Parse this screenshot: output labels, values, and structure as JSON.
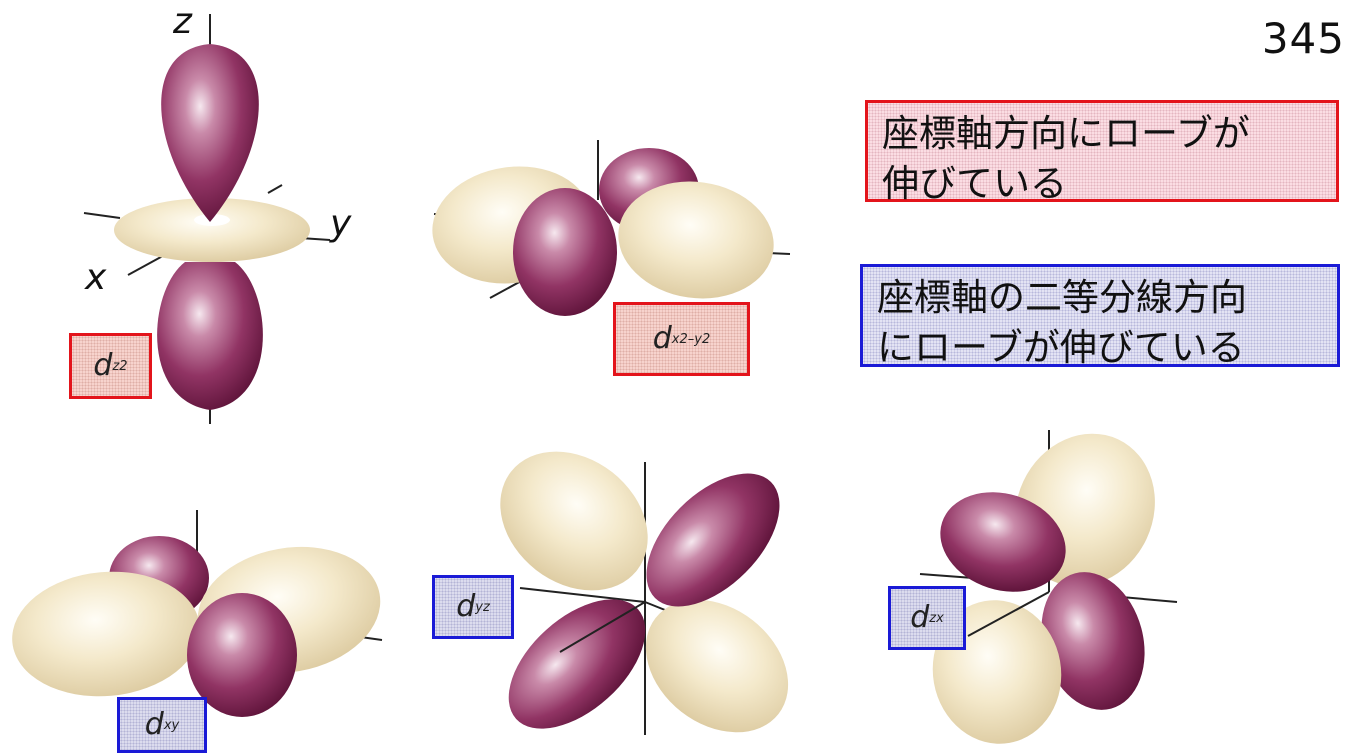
{
  "page_number": "345",
  "notes": {
    "axial": {
      "line1": "座標軸方向にローブが",
      "line2": "伸びている"
    },
    "bisector": {
      "line1": "座標軸の二等分線方向",
      "line2": "にローブが伸びている"
    }
  },
  "axis_letters": {
    "z": "z",
    "x": "x",
    "y": "y"
  },
  "orbitals": {
    "dz2": {
      "main": "d",
      "sub": "z",
      "sup": "2"
    },
    "dx2y2": {
      "main": "d",
      "sub1": "x",
      "sup1": "2",
      "dash": "–",
      "sub2": "y",
      "sup2": "2"
    },
    "dxy": {
      "main": "d",
      "sub": "xy"
    },
    "dyz": {
      "main": "d",
      "sub": "yz"
    },
    "dzx": {
      "main": "d",
      "sub": "zx"
    }
  },
  "colors": {
    "purple_lobe": "#8e2a5c",
    "yellow_lobe": "#ecdcb2",
    "red_frame": "#e3141b",
    "blue_frame": "#1a1ad6"
  }
}
